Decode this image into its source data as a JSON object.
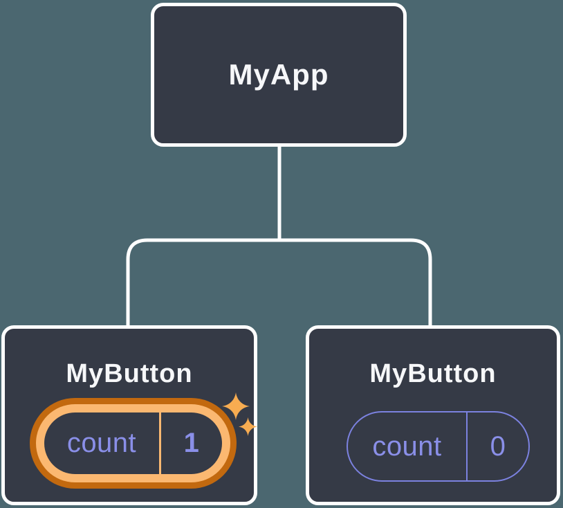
{
  "palette": {
    "background": "#4B6770",
    "node_fill": "#353A46",
    "node_border": "#FFFFFF",
    "connector": "#FFFFFF",
    "state_purple_text": "#8A8FE8",
    "state_purple_stroke": "#7C82E0",
    "highlight_orange_dark": "#C2690F",
    "highlight_orange_light": "#FBB871",
    "sparkle_orange": "#F7AC51"
  },
  "tree": {
    "root": {
      "label": "MyApp"
    },
    "children": [
      {
        "label": "MyButton",
        "highlighted": true,
        "state": {
          "name": "count",
          "value": "1"
        }
      },
      {
        "label": "MyButton",
        "highlighted": false,
        "state": {
          "name": "count",
          "value": "0"
        }
      }
    ]
  }
}
